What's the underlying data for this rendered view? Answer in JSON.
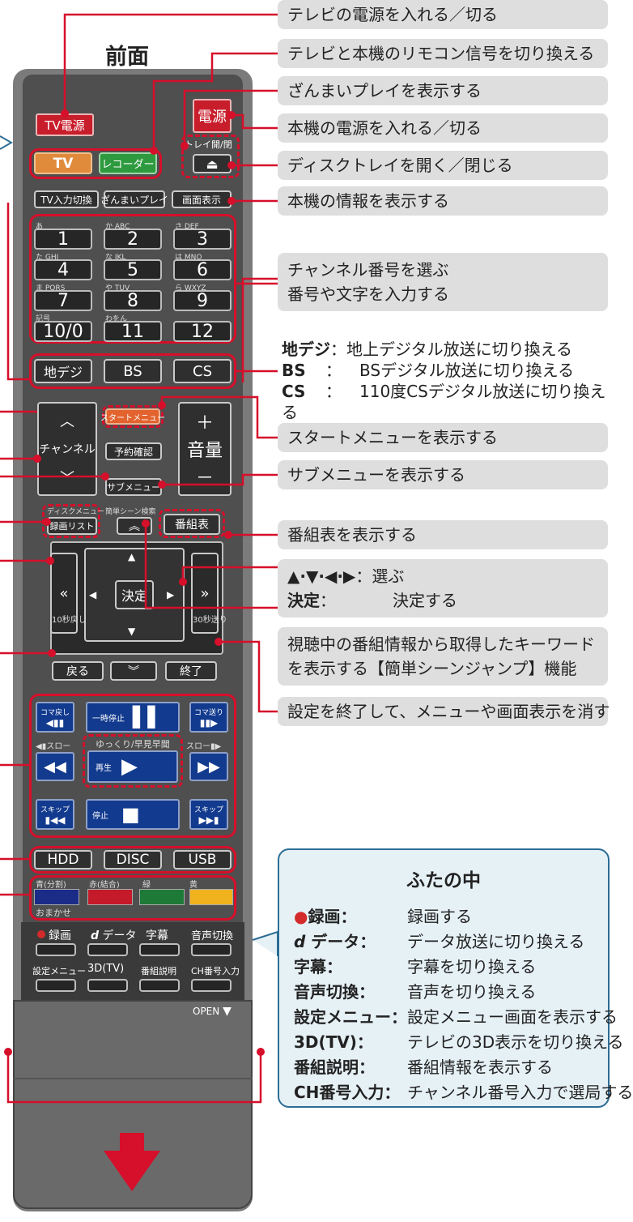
{
  "title": "前面",
  "labels": {
    "tv_power": "テレビの電源を入れる／切る",
    "remote_switch": "テレビと本機のリモコン信号を切り換える",
    "zanmai": "ざんまいプレイを表示する",
    "power": "本機の電源を入れる／切る",
    "tray": "ディスクトレイを開く／閉じる",
    "info": "本機の情報を表示する",
    "channel_1": "チャンネル番号を選ぶ",
    "channel_2": "番号や文字を入力する",
    "broadcast": [
      {
        "key": "地デジ",
        "sep": "：",
        "text": "地上デジタル放送に切り換える"
      },
      {
        "key": "BS",
        "sep": "：",
        "text": "BSデジタル放送に切り換える"
      },
      {
        "key": "CS",
        "sep": "：",
        "text": "110度CSデジタル放送に切り換える"
      }
    ],
    "start_menu": "スタートメニューを表示する",
    "sub_menu": "サブメニューを表示する",
    "guide": "番組表を表示する",
    "cursor_key": "▲·▼·◀·▶",
    "cursor_sep": "：",
    "cursor_text": "選ぶ",
    "enter_key": "決定",
    "enter_sep": "：",
    "enter_text": "決定する",
    "scene_1": "視聴中の番組情報から取得したキーワード",
    "scene_2": "を表示する【簡単シーンジャンプ】機能",
    "exit": "設定を終了して、メニューや画面表示を消す"
  },
  "remote": {
    "tv_power": "TV電源",
    "power": "電源",
    "tv": "TV",
    "recorder": "レコーダー",
    "tray": "トレイ開/閉",
    "eject": "⏏",
    "tv_input": "TV入力切換",
    "zanmai": "ざんまいプレイ",
    "display": "画面表示",
    "num_buttons": [
      {
        "label": "1",
        "left": "あ",
        "right": ""
      },
      {
        "label": "2",
        "left": "か",
        "right": "ABC"
      },
      {
        "label": "3",
        "left": "さ",
        "right": "DEF"
      },
      {
        "label": "4",
        "left": "た",
        "right": "GHI"
      },
      {
        "label": "5",
        "left": "な",
        "right": "JKL"
      },
      {
        "label": "6",
        "left": "は",
        "right": "MNO"
      },
      {
        "label": "7",
        "left": "ま",
        "right": "PQRS"
      },
      {
        "label": "8",
        "left": "や",
        "right": "TUV"
      },
      {
        "label": "9",
        "left": "ら",
        "right": "WXYZ"
      },
      {
        "label": "10/0",
        "left": "記号",
        "right": ""
      },
      {
        "label": "11",
        "left": "わをん",
        "right": ""
      },
      {
        "label": "12",
        "left": "",
        "right": ""
      }
    ],
    "chideji": "地デジ",
    "bs": "BS",
    "cs": "CS",
    "start_menu": "スタートメニュー",
    "channel": "チャンネル",
    "volume": "音量",
    "reservation": "予約確認",
    "sub_menu": "サブメニュー",
    "disc_menu": "ディスクメニュー",
    "rec_list": "録画リスト",
    "scene_search": "簡単シーン検索",
    "guide": "番組表",
    "enter": "決定",
    "back10": "10秒戻し",
    "skip30": "30秒送り",
    "back": "戻る",
    "exit": "終了",
    "frame_back": "コマ戻し",
    "pause": "一時停止",
    "frame_fwd": "コマ送り",
    "slow_back": "◀▮スロー",
    "slow_play": "ゆっくり/早見早聞",
    "slow_fwd": "スロー▮▶",
    "play": "再生",
    "skip_back": "スキップ",
    "stop": "停止",
    "skip_fwd": "スキップ",
    "hdd": "HDD",
    "disc": "DISC",
    "usb": "USB",
    "blue": "青(分割)",
    "red": "赤(結合)",
    "green": "緑",
    "yellow": "黄",
    "omakase": "おまかせ",
    "rec": "録画",
    "d_data": "データ",
    "subtitle": "字幕",
    "audio": "音声切換",
    "setting_menu": "設定メニュー",
    "3d": "3D(TV)",
    "program_desc": "番組説明",
    "ch_input": "CH番号入力",
    "open": "OPEN"
  },
  "lid_box": {
    "title": "ふたの中",
    "rows": [
      {
        "key": "録画",
        "sep": "：",
        "text": "録画する"
      },
      {
        "key": "データ",
        "sep": "：",
        "text": "データ放送に切り換える"
      },
      {
        "key": "字幕",
        "sep": "：",
        "text": "字幕を切り換える"
      },
      {
        "key": "音声切換",
        "sep": "：",
        "text": "音声を切り換える"
      },
      {
        "key": "設定メニュー",
        "sep": "：",
        "text": "設定メニュー画面を表示する"
      },
      {
        "key": "3D(TV)",
        "sep": "：",
        "text": "テレビの3D表示を切り換える"
      },
      {
        "key": "番組説明",
        "sep": "：",
        "text": "番組情報を表示する"
      },
      {
        "key": "CH番号入力",
        "sep": "：",
        "text": "チャンネル番号入力で選局する"
      }
    ]
  },
  "colors": {
    "accent": "#d60f2a",
    "line": "#2c6d95",
    "callout_bg": "#dedede",
    "box_bg": "#e6f1f6"
  }
}
